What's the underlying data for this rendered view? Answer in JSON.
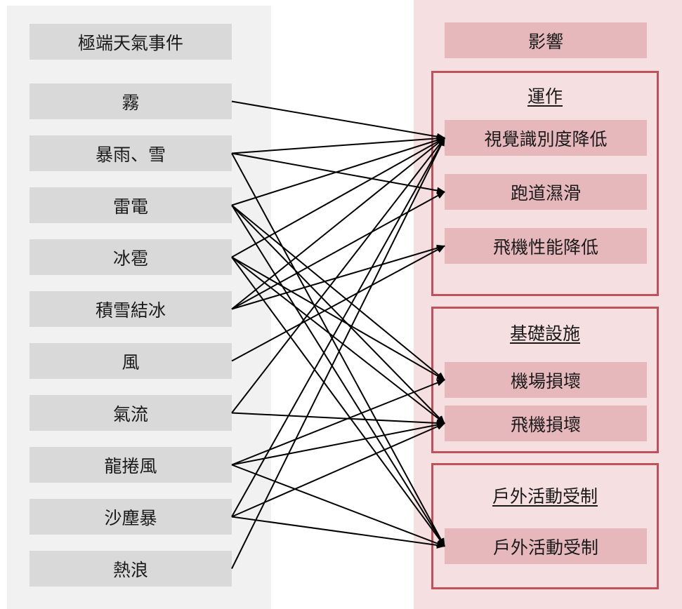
{
  "left_header": "極端天氣事件",
  "right_header": "影響",
  "events": [
    {
      "id": "fog",
      "label": "霧"
    },
    {
      "id": "rain-snow",
      "label": "暴雨、雪"
    },
    {
      "id": "thunder",
      "label": "雷電"
    },
    {
      "id": "hail",
      "label": "冰雹"
    },
    {
      "id": "ice",
      "label": "積雪結冰"
    },
    {
      "id": "wind",
      "label": "風"
    },
    {
      "id": "turbulence",
      "label": "氣流"
    },
    {
      "id": "tornado",
      "label": "龍捲風"
    },
    {
      "id": "sandstorm",
      "label": "沙塵暴"
    },
    {
      "id": "heatwave",
      "label": "熱浪"
    }
  ],
  "groups": [
    {
      "id": "operation",
      "title": "運作",
      "impacts": [
        {
          "id": "visibility",
          "label": "視覺識別度降低"
        },
        {
          "id": "runway",
          "label": "跑道濕滑"
        },
        {
          "id": "performance",
          "label": "飛機性能降低"
        }
      ]
    },
    {
      "id": "infrastructure",
      "title": "基礎設施",
      "impacts": [
        {
          "id": "airport-damage",
          "label": "機場損壞"
        },
        {
          "id": "aircraft-damage",
          "label": "飛機損壞"
        }
      ]
    },
    {
      "id": "outdoor",
      "title": "戶外活動受制",
      "impacts": [
        {
          "id": "outdoor-limit",
          "label": "戶外活動受制"
        }
      ]
    }
  ],
  "edges": [
    [
      "fog",
      "visibility"
    ],
    [
      "rain-snow",
      "visibility"
    ],
    [
      "rain-snow",
      "runway"
    ],
    [
      "rain-snow",
      "outdoor-limit"
    ],
    [
      "thunder",
      "visibility"
    ],
    [
      "thunder",
      "airport-damage"
    ],
    [
      "thunder",
      "aircraft-damage"
    ],
    [
      "thunder",
      "outdoor-limit"
    ],
    [
      "hail",
      "visibility"
    ],
    [
      "hail",
      "airport-damage"
    ],
    [
      "hail",
      "aircraft-damage"
    ],
    [
      "hail",
      "outdoor-limit"
    ],
    [
      "ice",
      "visibility"
    ],
    [
      "ice",
      "runway"
    ],
    [
      "ice",
      "performance"
    ],
    [
      "wind",
      "performance"
    ],
    [
      "turbulence",
      "visibility"
    ],
    [
      "turbulence",
      "aircraft-damage"
    ],
    [
      "tornado",
      "airport-damage"
    ],
    [
      "tornado",
      "aircraft-damage"
    ],
    [
      "tornado",
      "outdoor-limit"
    ],
    [
      "sandstorm",
      "visibility"
    ],
    [
      "sandstorm",
      "aircraft-damage"
    ],
    [
      "sandstorm",
      "outdoor-limit"
    ],
    [
      "heatwave",
      "visibility"
    ]
  ],
  "colors": {
    "left_panel": "#f1f1f1",
    "left_box": "#d9d9d9",
    "right_panel": "#f6dfe1",
    "right_box": "#e6b8bc",
    "group_border": "#c0505a",
    "edge": "#000000"
  }
}
